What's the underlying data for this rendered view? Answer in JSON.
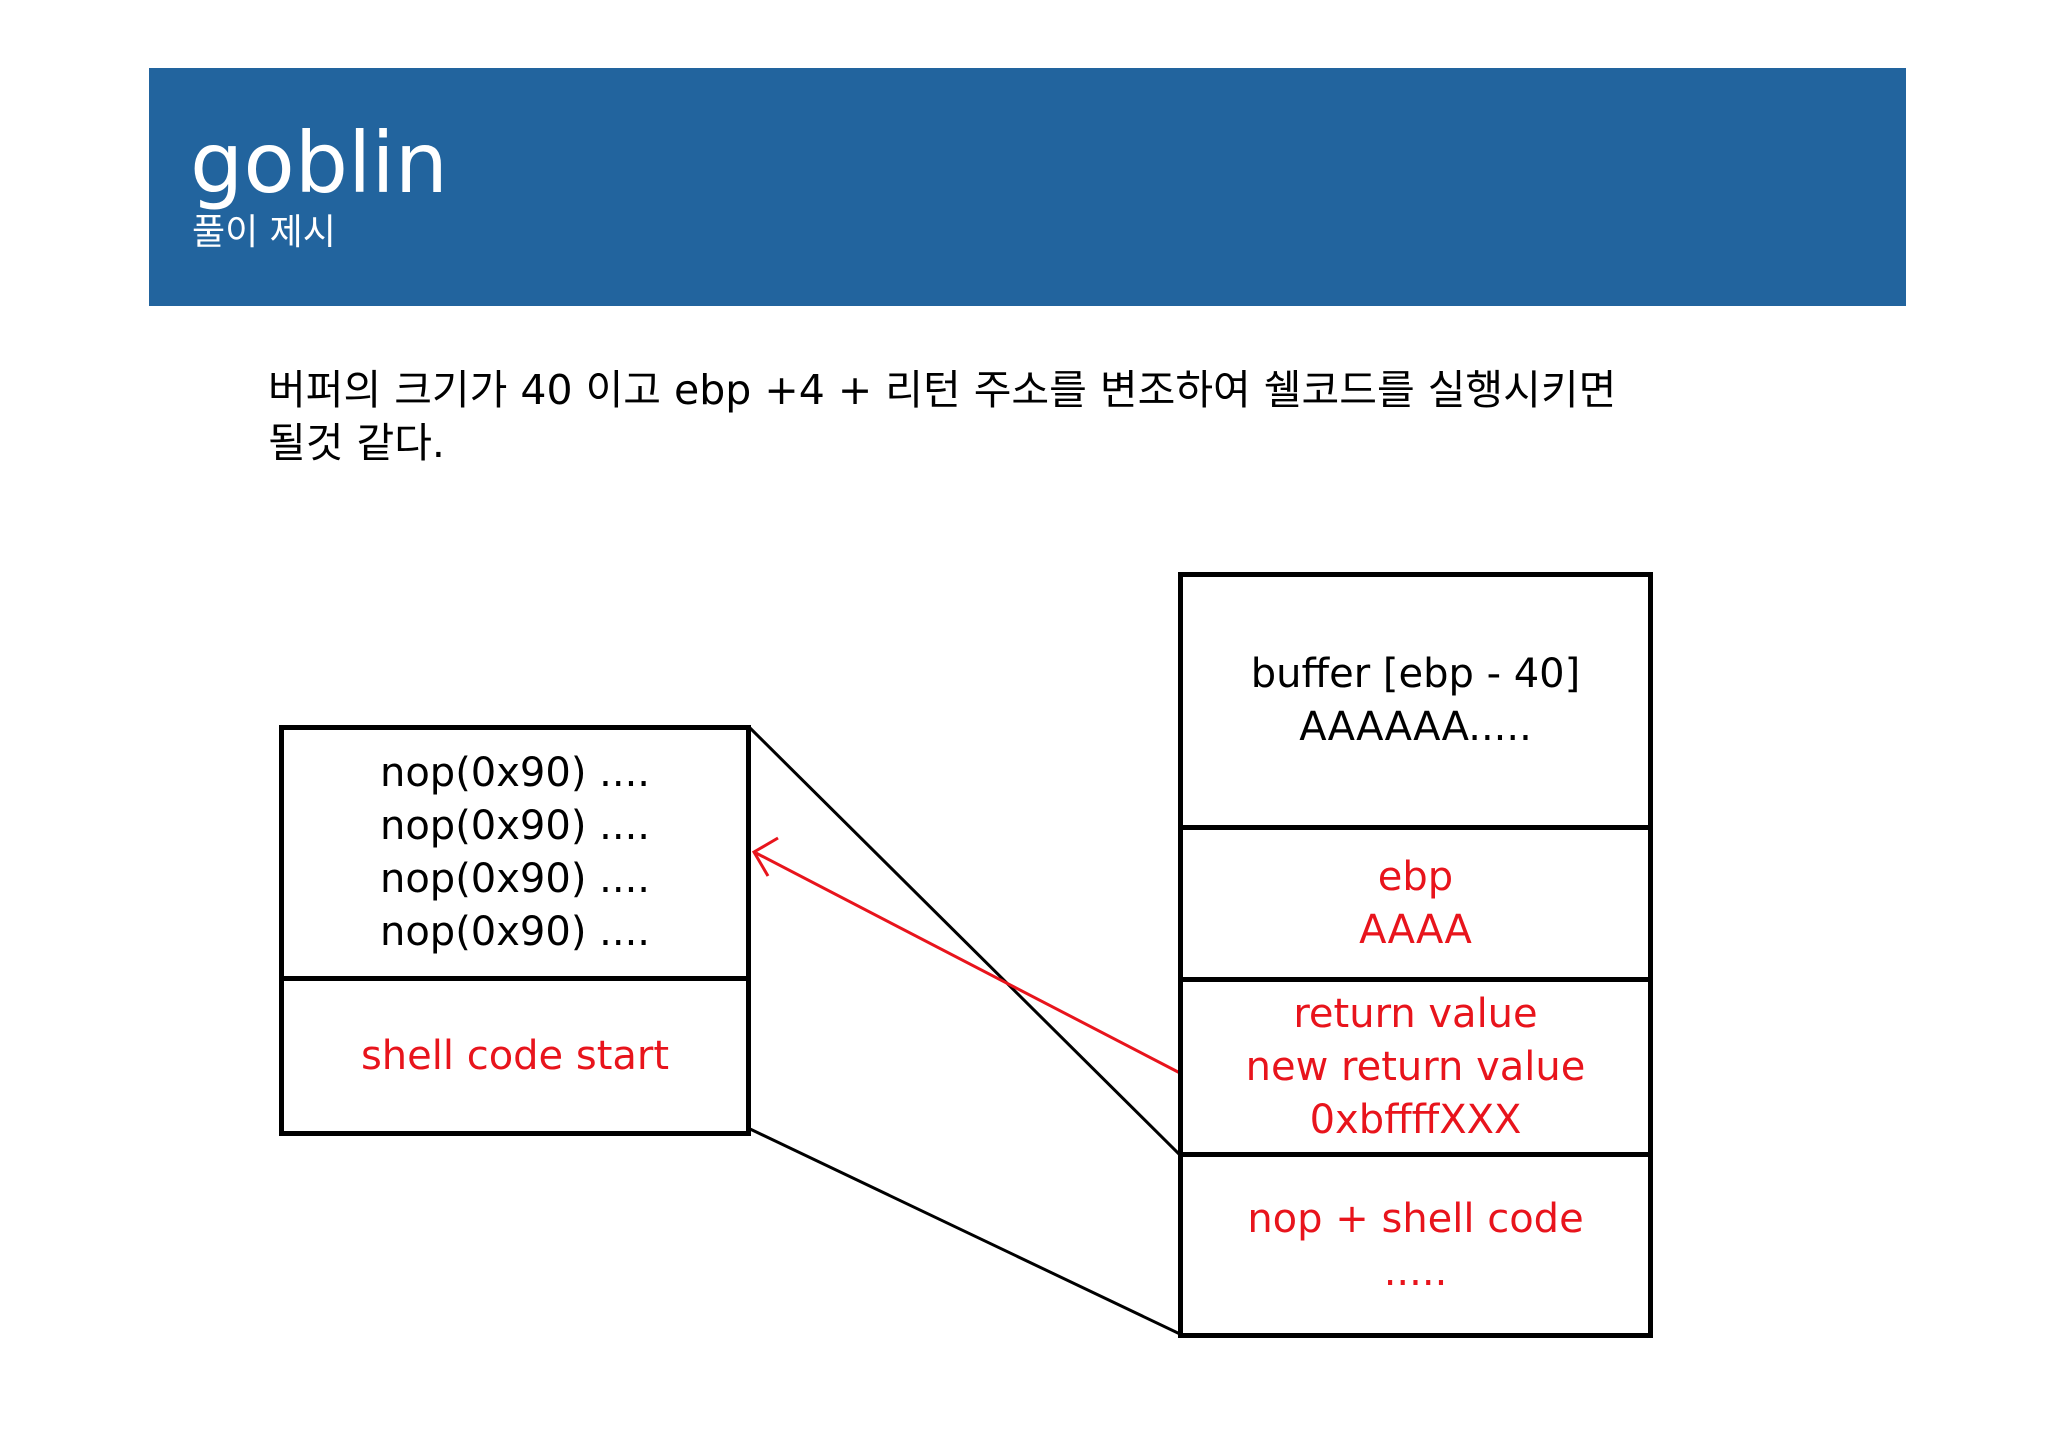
{
  "header": {
    "title": "goblin",
    "subtitle": "풀이 제시"
  },
  "description": {
    "line1": "버퍼의 크기가 40 이고 ebp +4 + 리턴 주소를 변조하여 쉘코드를 실행시키면",
    "line2": "될것 같다."
  },
  "left_box": {
    "nop_lines": [
      "nop(0x90) ....",
      "nop(0x90) ....",
      "nop(0x90) ....",
      "nop(0x90) ...."
    ],
    "shellcode_label": "shell code start"
  },
  "stack": {
    "buffer_line1": "buffer [ebp - 40]",
    "buffer_line2": "AAAAAA.....",
    "ebp_line1": "ebp",
    "ebp_line2": "AAAA",
    "ret_line1": "return value",
    "ret_line2": "new return value",
    "ret_line3": "0xbffffXXX",
    "nop_line1": "nop + shell code",
    "nop_line2": "....."
  },
  "colors": {
    "header_bg": "#22649e",
    "highlight": "#e8141c"
  }
}
